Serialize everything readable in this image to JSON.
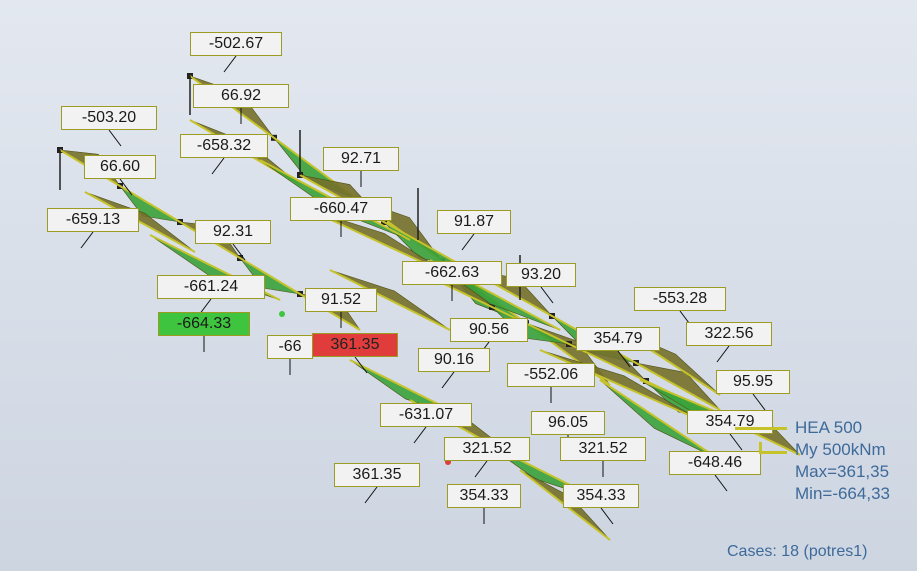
{
  "labels": [
    {
      "text": "-502.67",
      "kind": "normal"
    },
    {
      "text": "66.92",
      "kind": "normal"
    },
    {
      "text": "-503.20",
      "kind": "normal"
    },
    {
      "text": "-658.32",
      "kind": "normal"
    },
    {
      "text": "92.71",
      "kind": "normal"
    },
    {
      "text": "66.60",
      "kind": "normal"
    },
    {
      "text": "-659.13",
      "kind": "normal"
    },
    {
      "text": "-660.47",
      "kind": "normal"
    },
    {
      "text": "92.31",
      "kind": "normal"
    },
    {
      "text": "91.87",
      "kind": "normal"
    },
    {
      "text": "-662.63",
      "kind": "normal"
    },
    {
      "text": "93.20",
      "kind": "normal"
    },
    {
      "text": "-661.24",
      "kind": "normal"
    },
    {
      "text": "91.52",
      "kind": "normal"
    },
    {
      "text": "-553.28",
      "kind": "normal"
    },
    {
      "text": "90.56",
      "kind": "normal"
    },
    {
      "text": "-664.33",
      "kind": "min"
    },
    {
      "text": "354.79",
      "kind": "normal"
    },
    {
      "text": "322.56",
      "kind": "normal"
    },
    {
      "text": "-66",
      "kind": "normal"
    },
    {
      "text": "361.35",
      "kind": "max"
    },
    {
      "text": "90.16",
      "kind": "normal"
    },
    {
      "text": "-552.06",
      "kind": "normal"
    },
    {
      "text": "95.95",
      "kind": "normal"
    },
    {
      "text": "-631.07",
      "kind": "normal"
    },
    {
      "text": "96.05",
      "kind": "normal"
    },
    {
      "text": "354.79",
      "kind": "normal"
    },
    {
      "text": "321.52",
      "kind": "normal"
    },
    {
      "text": "321.52",
      "kind": "normal"
    },
    {
      "text": "-648.46",
      "kind": "normal"
    },
    {
      "text": "361.35",
      "kind": "normal"
    },
    {
      "text": "354.33",
      "kind": "normal"
    },
    {
      "text": "354.33",
      "kind": "normal"
    }
  ],
  "legend": {
    "section": "HEA 500",
    "quantity": "My  500kNm",
    "max": "Max=361,35",
    "min": "Min=-664,33"
  },
  "status": {
    "cases": "Cases: 18 (potres1)"
  },
  "colors": {
    "background_top": "#e3e8f0",
    "background_bottom": "#cdd5e1",
    "beam": "#c6c22a",
    "diagram_green": "#3aa23a",
    "diagram_olive": "#74702a",
    "label_border": "#9c9c22",
    "label_min_fill": "#3ec43e",
    "label_max_fill": "#e03c3c",
    "legend_text": "#3e6a9a"
  }
}
